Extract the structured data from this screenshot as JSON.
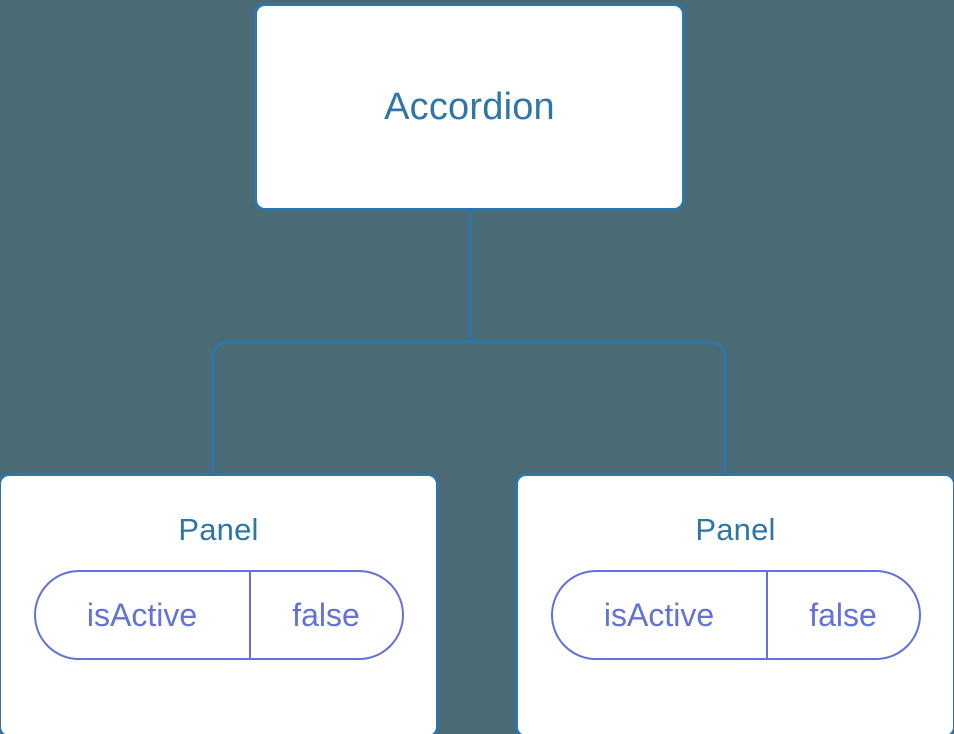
{
  "diagram": {
    "type": "component-tree",
    "background_color": "#4a6a75",
    "node_border_color": "#2f76a8",
    "node_title_color": "#2f76a8",
    "prop_color": "#6272d8",
    "connector_color": "#2f76a8",
    "root": {
      "id": "accordion",
      "title": "Accordion",
      "props": []
    },
    "children": [
      {
        "id": "panel-left",
        "title": "Panel",
        "props": [
          {
            "key": "isActive",
            "value": "false"
          }
        ]
      },
      {
        "id": "panel-right",
        "title": "Panel",
        "props": [
          {
            "key": "isActive",
            "value": "false"
          }
        ]
      }
    ]
  }
}
